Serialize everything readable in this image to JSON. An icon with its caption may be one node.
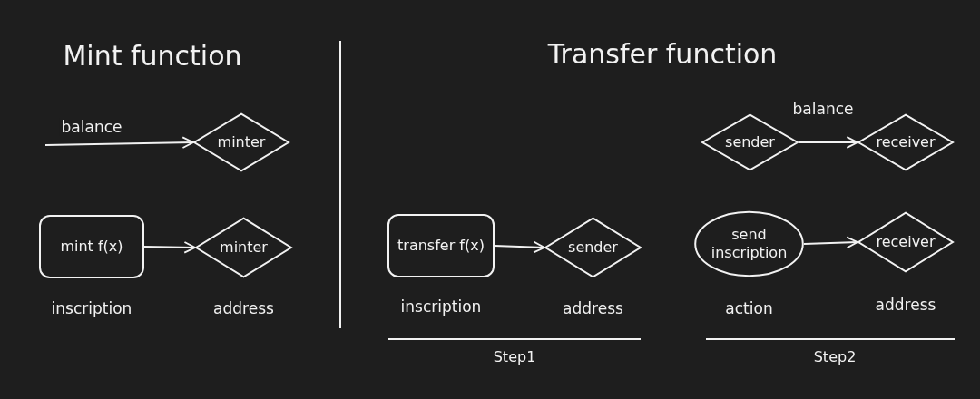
{
  "diagram": {
    "nodes": [
      {
        "text": [
          "minter"
        ]
      },
      {
        "text": [
          "mint f(x)"
        ],
        "beside": [
          "inscription"
        ]
      },
      {
        "text": [
          "minter"
        ],
        "beside": [
          "address"
        ]
      },
      {
        "text": [
          "transfer f(x)"
        ],
        "beside": [
          "inscription"
        ]
      },
      {
        "text": [
          "sender"
        ],
        "beside": [
          "address"
        ]
      },
      {
        "text": [
          "sender"
        ]
      },
      {
        "text": [
          "receiver"
        ]
      },
      {
        "text": [
          "send inscription"
        ],
        "beside": [
          "action"
        ]
      },
      {
        "text": [
          "receiver"
        ],
        "beside": [
          "address"
        ]
      }
    ],
    "edges": [
      {
        "from": null,
        "to": 0,
        "arrow": "to",
        "label": "balance"
      },
      {
        "from": 1,
        "to": 2,
        "arrow": "to"
      },
      {
        "from": 3,
        "to": 4,
        "arrow": "to"
      },
      {
        "from": 5,
        "to": 6,
        "arrow": "to",
        "label": "balance"
      },
      {
        "from": 7,
        "to": 8,
        "arrow": "to"
      }
    ],
    "labels": [
      "Mint function",
      "Transfer function",
      "Step1",
      "Step2"
    ]
  }
}
